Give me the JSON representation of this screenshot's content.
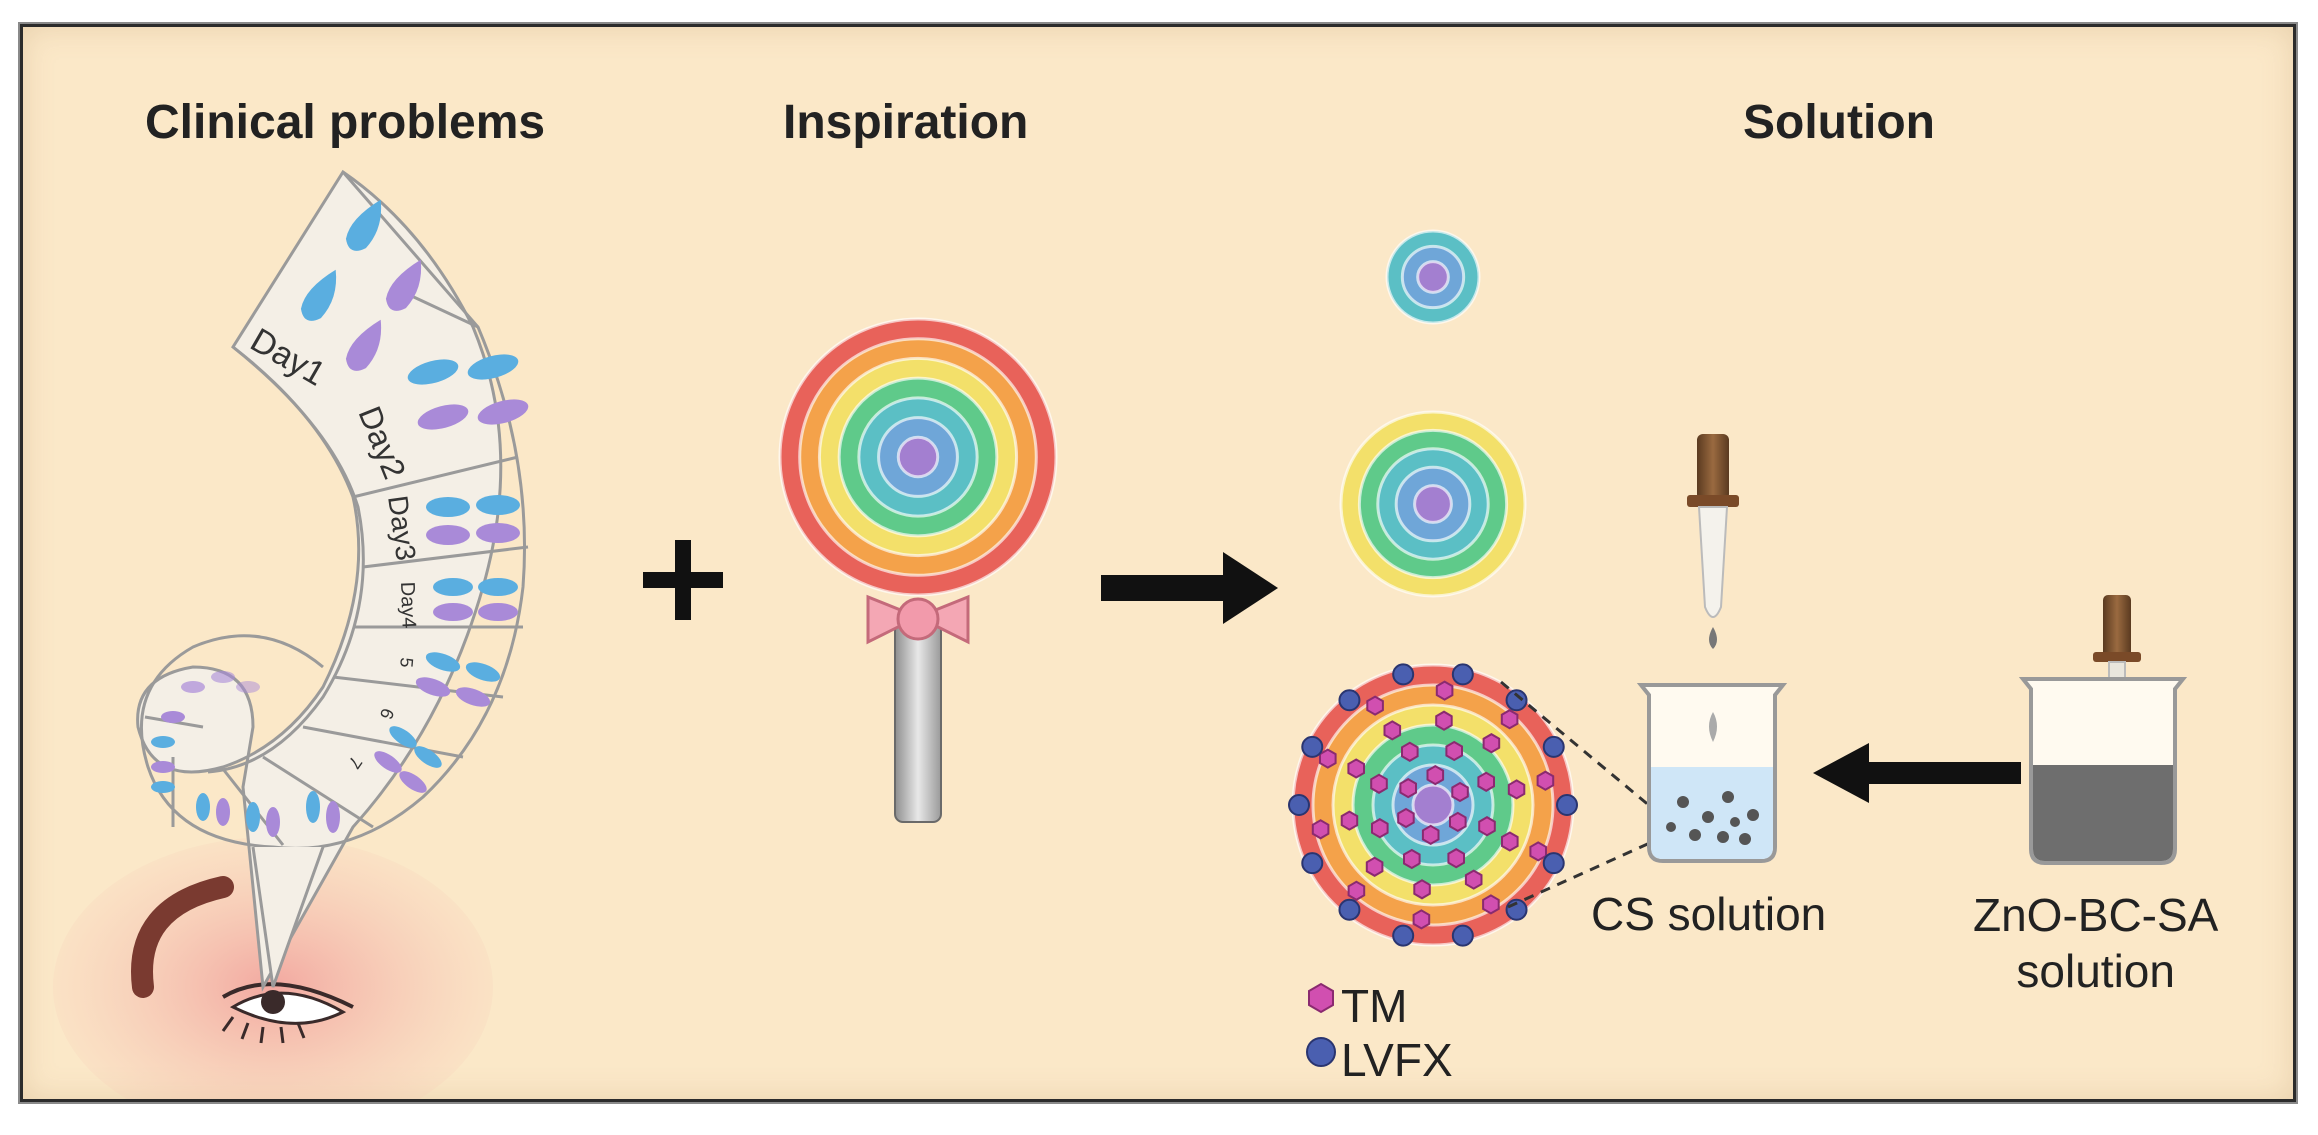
{
  "headings": {
    "clinical": "Clinical problems",
    "inspiration": "Inspiration",
    "solution": "Solution"
  },
  "days": [
    "Day1",
    "Day2",
    "Day3",
    "Day4",
    "5",
    "6",
    "7"
  ],
  "labels": {
    "cs_solution": "CS solution",
    "zno_line1": "ZnO-BC-SA",
    "zno_line2": "solution"
  },
  "legend": [
    {
      "label": "TM",
      "color": "#d14fb0"
    },
    {
      "label": "LVFX",
      "color": "#4a5fb0"
    }
  ],
  "colors": {
    "background": "#fbe8c8",
    "blue_drop": "#5aaee0",
    "purple_drop": "#a98ad8",
    "ring_colors": [
      "#e8625a",
      "#f4a24a",
      "#f3e06a",
      "#5fca8a",
      "#5bbfc5",
      "#6fa6d8",
      "#a37fd0"
    ]
  },
  "icons": [
    "plus-icon",
    "right-arrow-icon",
    "left-arrow-icon",
    "dropper-icon",
    "beaker-icon",
    "lollipop-icon",
    "eye-icon"
  ]
}
